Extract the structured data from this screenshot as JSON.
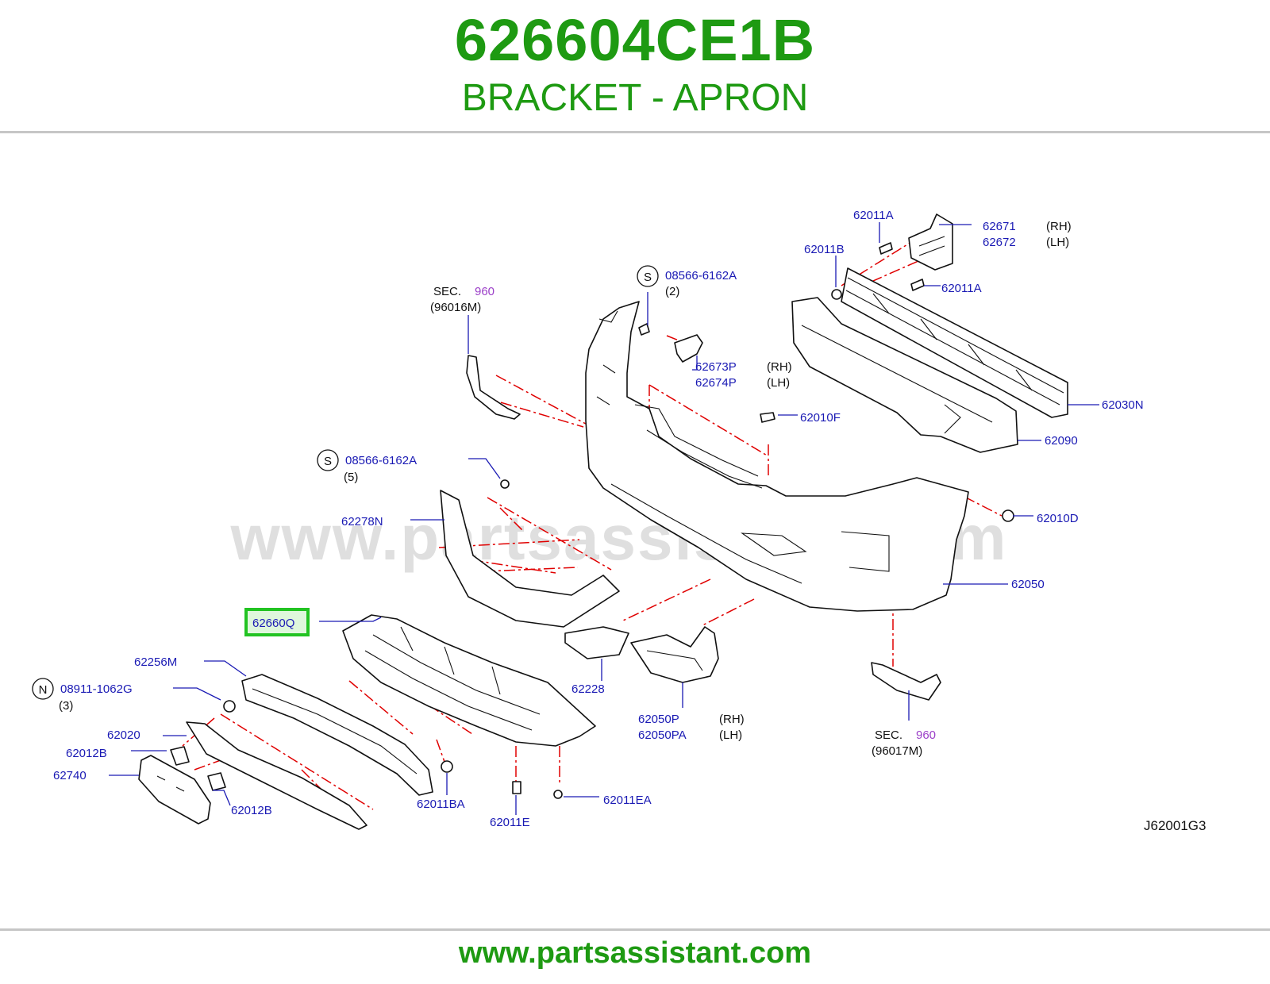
{
  "header": {
    "part_number": "626604CE1B",
    "part_name": "BRACKET - APRON"
  },
  "footer": {
    "url": "www.partsassistant.com"
  },
  "diagram": {
    "watermark": "www.partsassistant.com",
    "code": "J62001G3",
    "highlight_color": "#22c322",
    "labels": {
      "p62011A_top": "62011A",
      "p62671": "62671",
      "p62672": "62672",
      "rh1": "(RH)",
      "lh1": "(LH)",
      "p62011B": "62011B",
      "p62011A_mid": "62011A",
      "s_symbol1": "S",
      "p08566_1": "08566-6162A",
      "qty2": "(2)",
      "sec_left": "SEC.",
      "sec_left_num": "960",
      "p96016M": "(96016M)",
      "p62673P": "62673P",
      "p62674P": "62674P",
      "rh2": "(RH)",
      "lh2": "(LH)",
      "p62010F": "62010F",
      "p62030N": "62030N",
      "p62090": "62090",
      "s_symbol2": "S",
      "p08566_2": "08566-6162A",
      "qty5": "(5)",
      "p62278N": "62278N",
      "p62010D": "62010D",
      "p62050": "62050",
      "p62660Q": "62660Q",
      "p62256M": "62256M",
      "n_symbol": "N",
      "p08911": "08911-1062G",
      "qty3": "(3)",
      "p62228": "62228",
      "p62050P": "62050P",
      "p62050PA": "62050PA",
      "rh3": "(RH)",
      "lh3": "(LH)",
      "sec_right": "SEC.",
      "sec_right_num": "960",
      "p96017M": "(96017M)",
      "p62020": "62020",
      "p62012B_a": "62012B",
      "p62740": "62740",
      "p62012B_b": "62012B",
      "p62011BA": "62011BA",
      "p62011E": "62011E",
      "p62011EA": "62011EA"
    }
  }
}
